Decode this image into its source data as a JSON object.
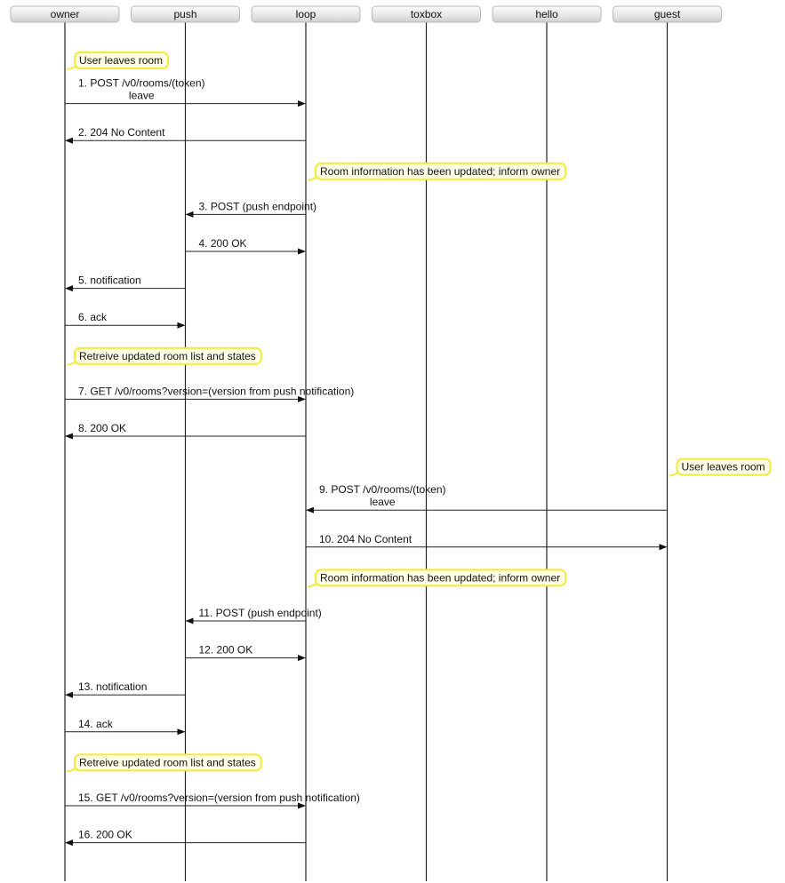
{
  "actors": [
    {
      "id": "owner",
      "label": "owner"
    },
    {
      "id": "push",
      "label": "push"
    },
    {
      "id": "loop",
      "label": "loop"
    },
    {
      "id": "toxbox",
      "label": "toxbox"
    },
    {
      "id": "hello",
      "label": "hello"
    },
    {
      "id": "guest",
      "label": "guest"
    }
  ],
  "steps": [
    {
      "kind": "note",
      "actor": "owner",
      "text": "User leaves room"
    },
    {
      "kind": "message",
      "from": "owner",
      "to": "loop",
      "lines": [
        "1. POST /v0/rooms/(token)",
        "leave"
      ]
    },
    {
      "kind": "message",
      "from": "loop",
      "to": "owner",
      "lines": [
        "2. 204 No Content"
      ]
    },
    {
      "kind": "note",
      "actor": "loop",
      "text": "Room information has been updated; inform owner"
    },
    {
      "kind": "message",
      "from": "loop",
      "to": "push",
      "lines": [
        "3. POST (push endpoint)"
      ]
    },
    {
      "kind": "message",
      "from": "push",
      "to": "loop",
      "lines": [
        "4. 200 OK"
      ]
    },
    {
      "kind": "message",
      "from": "push",
      "to": "owner",
      "lines": [
        "5. notification"
      ]
    },
    {
      "kind": "message",
      "from": "owner",
      "to": "push",
      "lines": [
        "6. ack"
      ]
    },
    {
      "kind": "note",
      "actor": "owner",
      "text": "Retreive updated room list and states"
    },
    {
      "kind": "message",
      "from": "owner",
      "to": "loop",
      "lines": [
        "7. GET /v0/rooms?version=(version from push notification)"
      ]
    },
    {
      "kind": "message",
      "from": "loop",
      "to": "owner",
      "lines": [
        "8. 200 OK"
      ]
    },
    {
      "kind": "note",
      "actor": "guest",
      "text": "User leaves room"
    },
    {
      "kind": "message",
      "from": "guest",
      "to": "loop",
      "lines": [
        "9. POST /v0/rooms/(token)",
        "leave"
      ]
    },
    {
      "kind": "message",
      "from": "loop",
      "to": "guest",
      "lines": [
        "10. 204 No Content"
      ]
    },
    {
      "kind": "note",
      "actor": "loop",
      "text": "Room information has been updated; inform owner"
    },
    {
      "kind": "message",
      "from": "loop",
      "to": "push",
      "lines": [
        "11. POST (push endpoint)"
      ]
    },
    {
      "kind": "message",
      "from": "push",
      "to": "loop",
      "lines": [
        "12. 200 OK"
      ]
    },
    {
      "kind": "message",
      "from": "push",
      "to": "owner",
      "lines": [
        "13. notification"
      ]
    },
    {
      "kind": "message",
      "from": "owner",
      "to": "push",
      "lines": [
        "14. ack"
      ]
    },
    {
      "kind": "note",
      "actor": "owner",
      "text": "Retreive updated room list and states"
    },
    {
      "kind": "message",
      "from": "owner",
      "to": "loop",
      "lines": [
        "15. GET /v0/rooms?version=(version from push notification)"
      ]
    },
    {
      "kind": "message",
      "from": "loop",
      "to": "owner",
      "lines": [
        "16. 200 OK"
      ]
    }
  ]
}
